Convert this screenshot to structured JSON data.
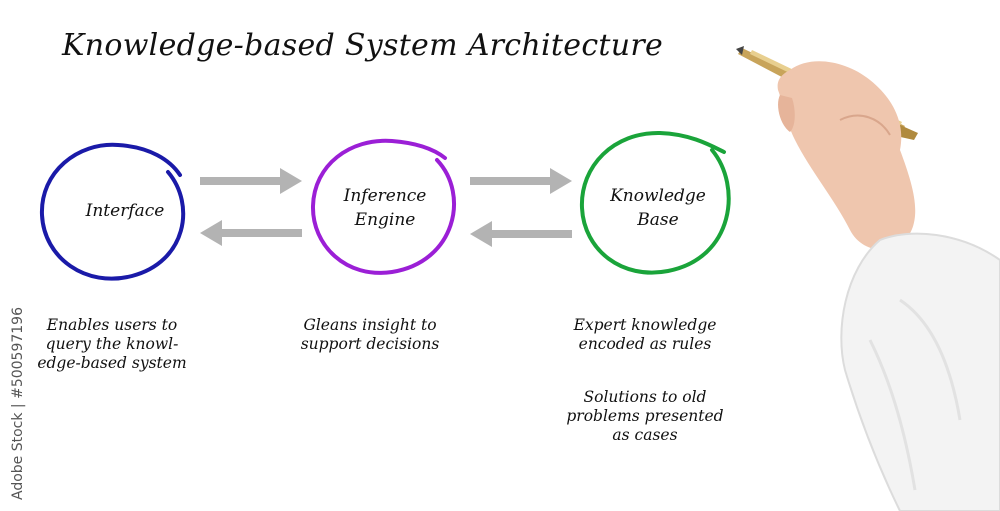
{
  "title": "Knowledge-based System Architecture",
  "nodes": [
    {
      "label_lines": [
        "Interface"
      ],
      "color": "#1a1aa8"
    },
    {
      "label_lines": [
        "Inference",
        "Engine"
      ],
      "color": "#9b1fd6"
    },
    {
      "label_lines": [
        "Knowledge",
        "Base"
      ],
      "color": "#1aa43a"
    }
  ],
  "descriptions": {
    "interface": [
      "Enables users to",
      "query the knowl-",
      "edge-based system"
    ],
    "inference": [
      "Gleans insight to",
      "support decisions"
    ],
    "knowledge_1": [
      "Expert knowledge",
      "encoded as rules"
    ],
    "knowledge_2": [
      "Solutions to old",
      "problems presented",
      "as cases"
    ]
  },
  "arrow_color": "#b3b3b3",
  "watermark": "Adobe Stock | #500597196"
}
